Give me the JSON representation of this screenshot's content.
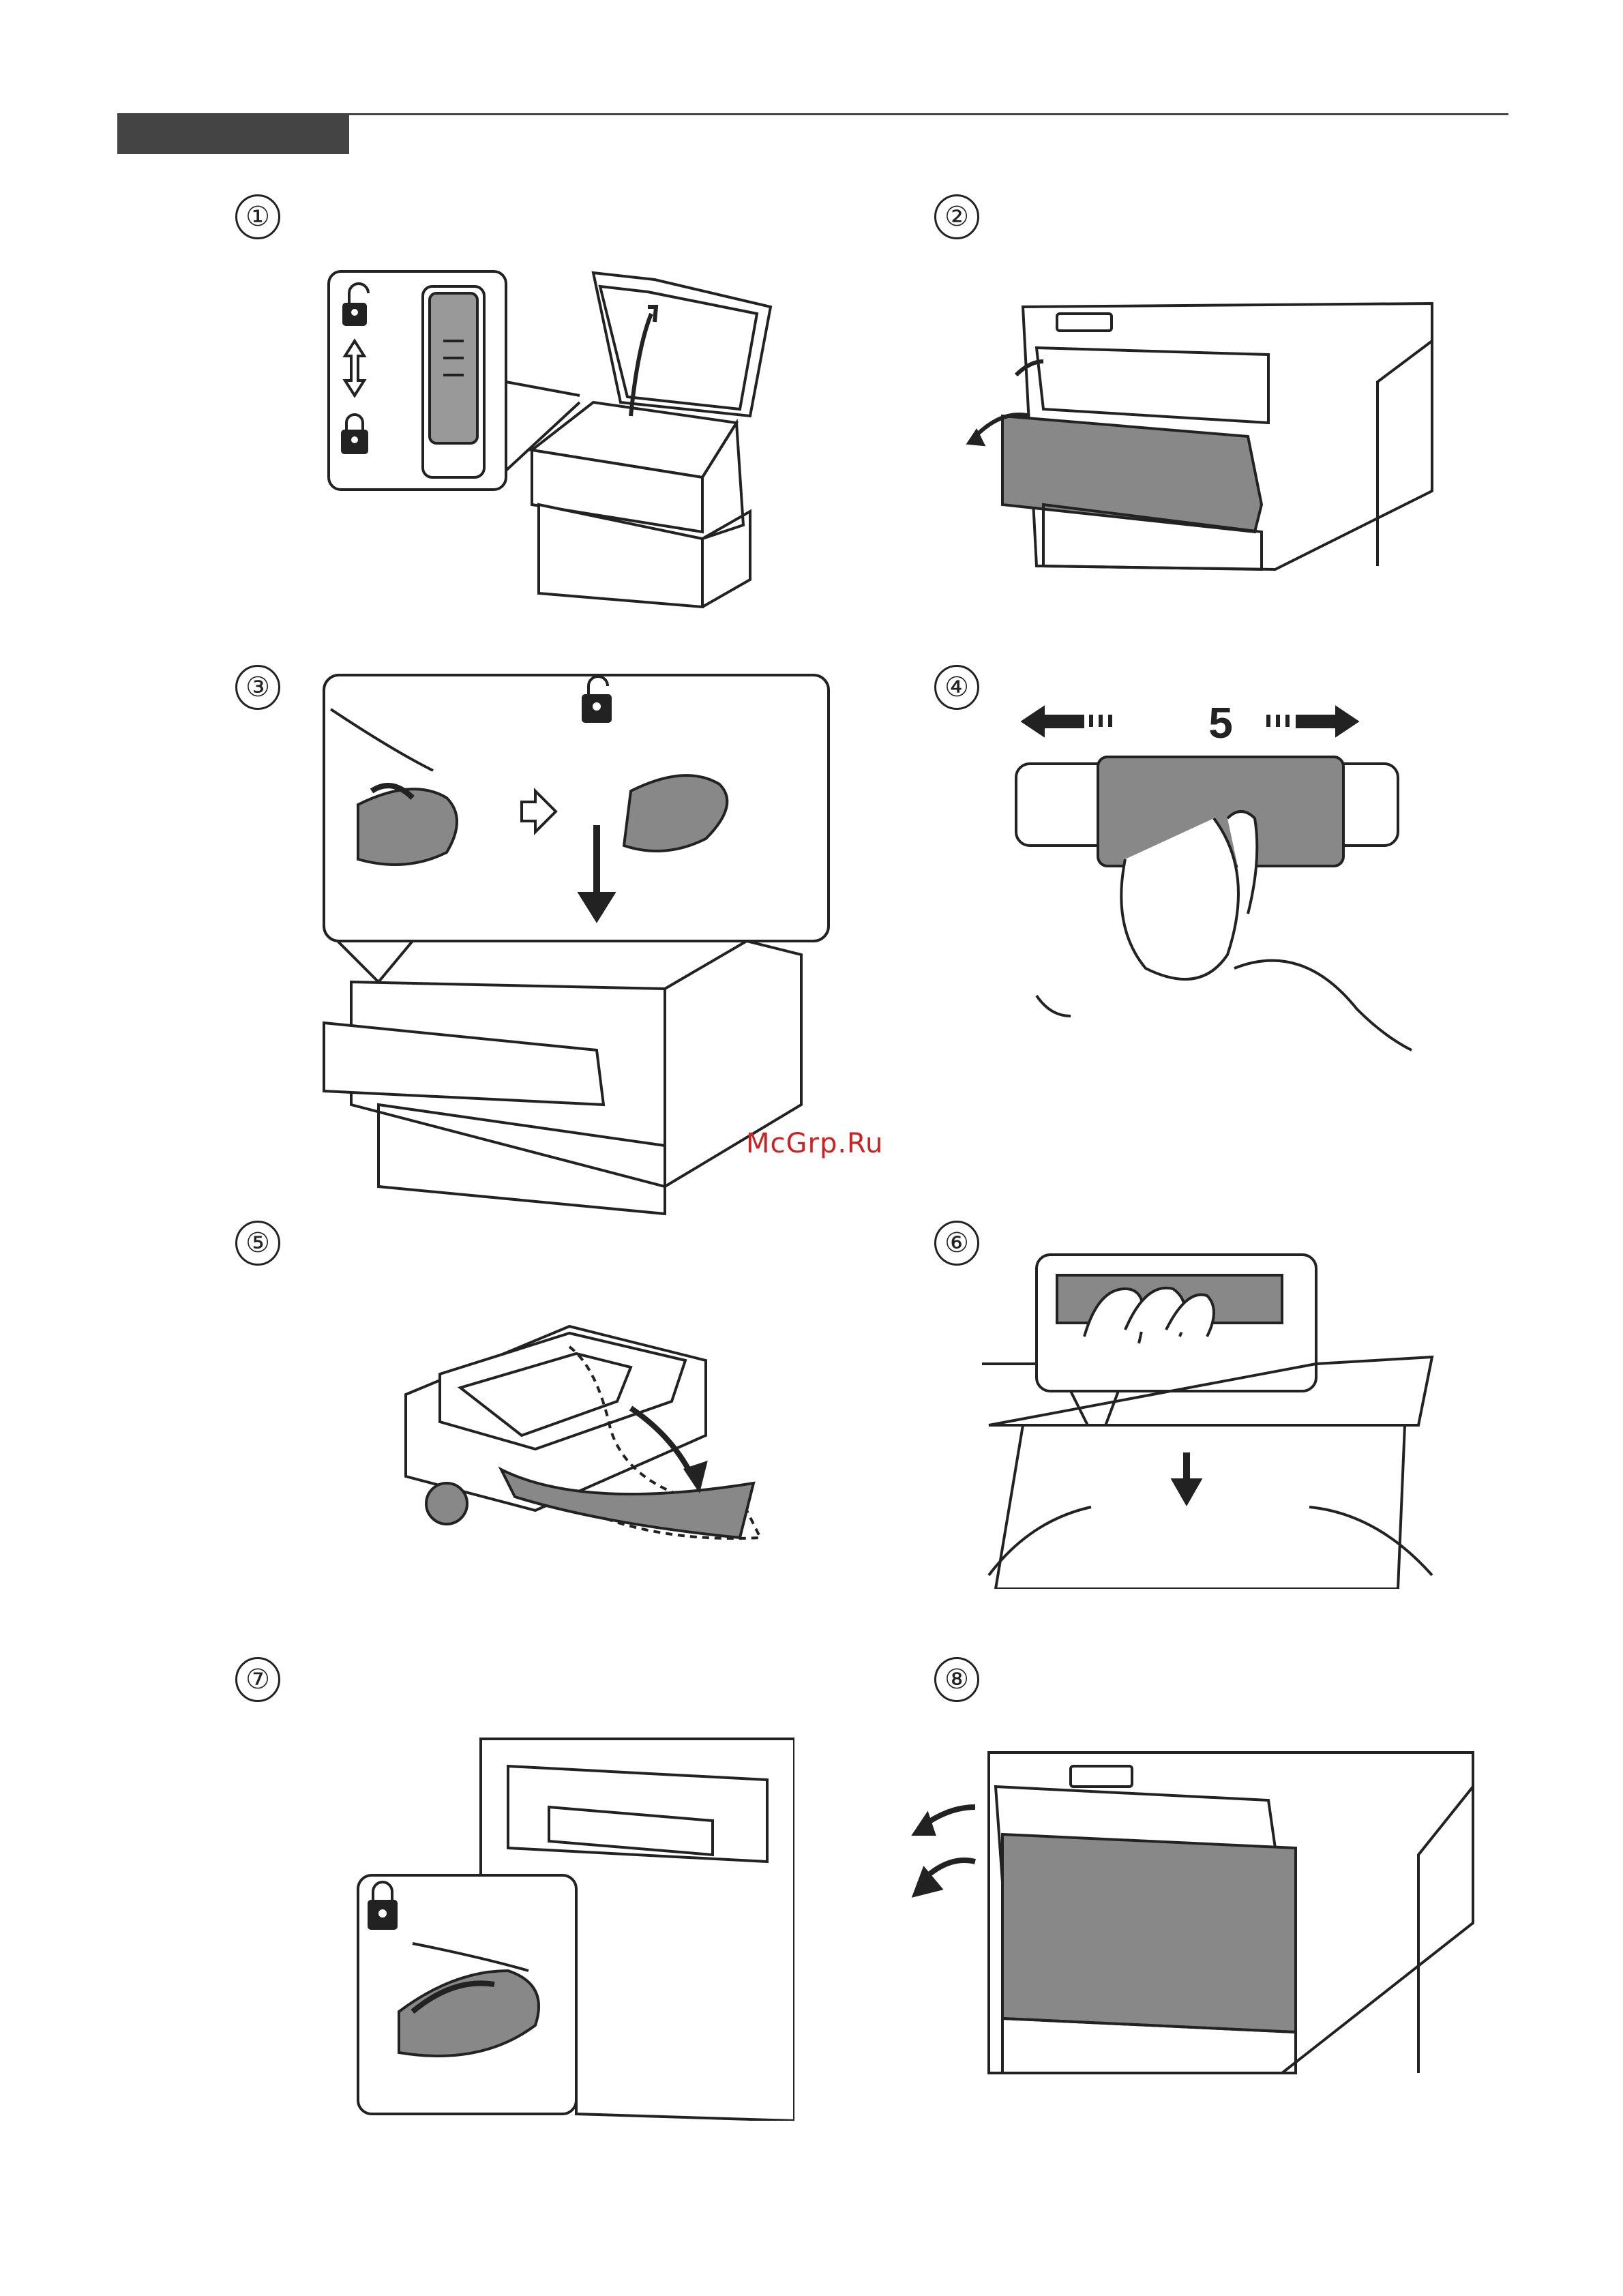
{
  "header": {
    "section_tab": ""
  },
  "steps": [
    {
      "number": "①",
      "icons": [
        "unlock-icon",
        "lock-icon"
      ]
    },
    {
      "number": "②"
    },
    {
      "number": "③",
      "icons": [
        "unlock-icon"
      ]
    },
    {
      "number": "④",
      "shake_count": "5"
    },
    {
      "number": "⑤"
    },
    {
      "number": "⑥"
    },
    {
      "number": "⑦",
      "icons": [
        "lock-icon"
      ]
    },
    {
      "number": "⑧"
    }
  ],
  "watermark": "McGrp.Ru"
}
